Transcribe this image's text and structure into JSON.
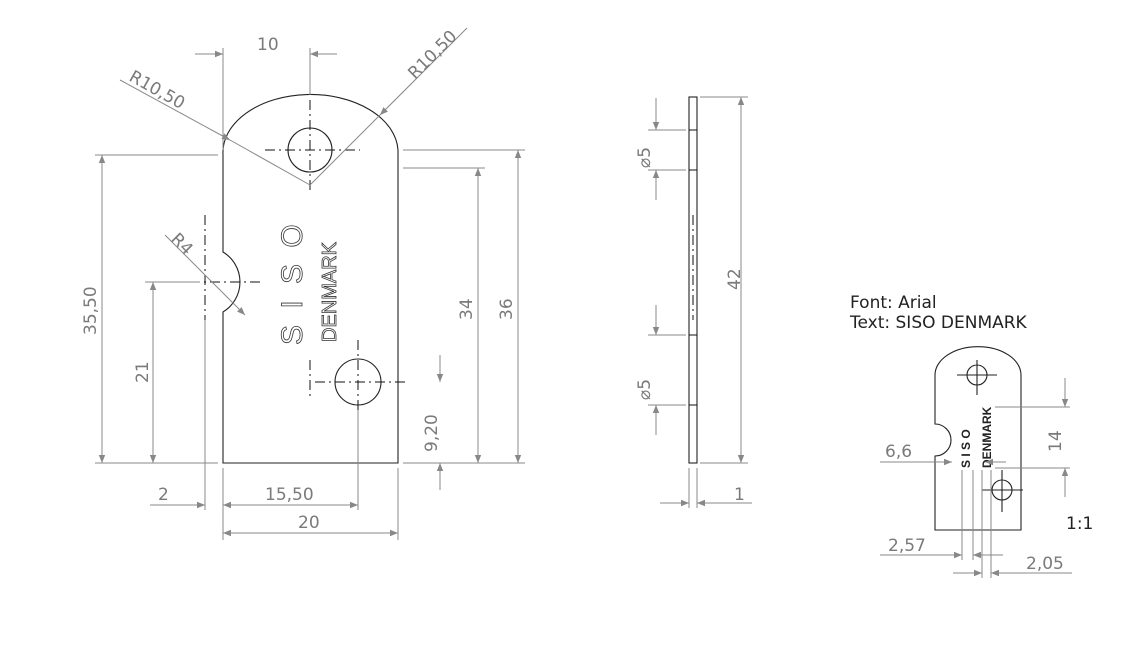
{
  "front_view": {
    "dims": {
      "hole_offset": "10",
      "radius_left": "R10,50",
      "radius_right": "R10,50",
      "notch_radius": "R4",
      "height_left": "35,50",
      "notch_height": "21",
      "height_34": "34",
      "height_36": "36",
      "hole2_height": "9,20",
      "notch_offset": "2",
      "hole2_x": "15,50",
      "width": "20"
    },
    "engraving": {
      "line1": "S I S O",
      "line2": "DENMARK"
    }
  },
  "side_view": {
    "dims": {
      "hole_top": "⌀5",
      "hole_bottom": "⌀5",
      "length": "42",
      "thickness": "1"
    }
  },
  "detail_view": {
    "note_font": "Font: Arial",
    "note_text": "Text: SISO DENMARK",
    "engraving": {
      "line1": "S I S O",
      "line2": "DENMARK"
    },
    "dims": {
      "text_x": "6,6",
      "text_height": "14",
      "siso_height": "2,57",
      "denmark_height": "2,05"
    },
    "scale": "1:1"
  }
}
